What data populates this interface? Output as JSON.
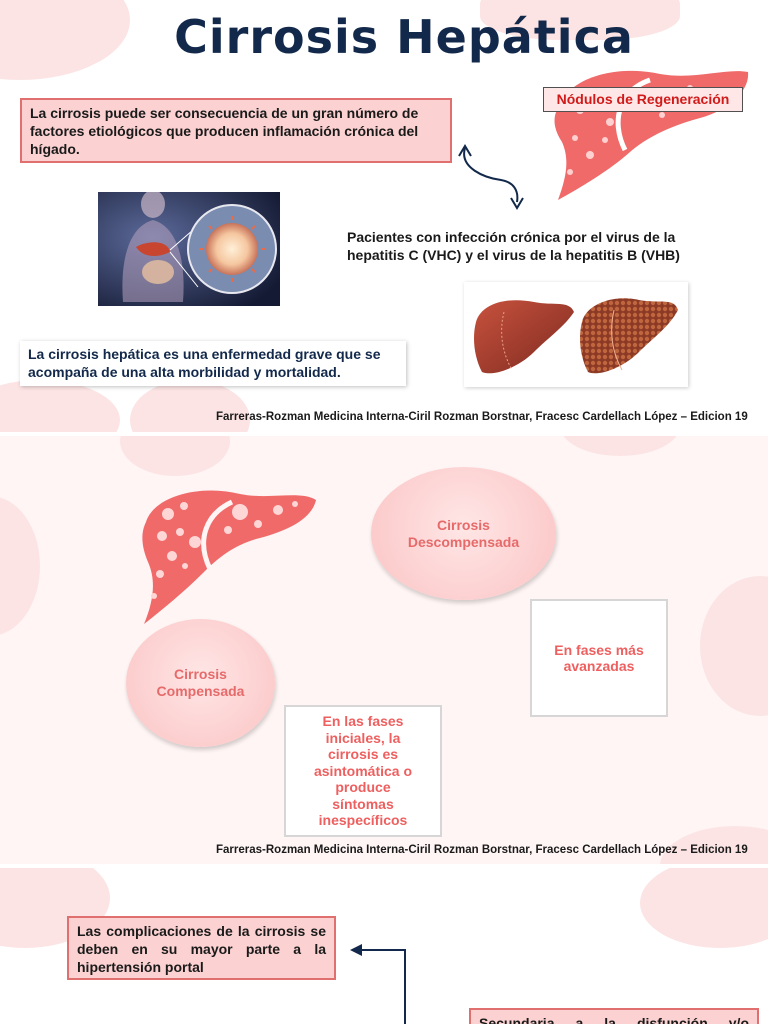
{
  "slide1": {
    "title": "Cirrosis Hepática",
    "intro_box": "La cirrosis puede ser consecuencia de un gran número de factores etiológicos que producen inflamación crónica del hígado.",
    "nodulos_label": "Nódulos de Regeneración",
    "virus_text": "Pacientes con infección crónica por el virus de la hepatitis C (VHC) y el virus de la hepatitis B (VHB)",
    "grave_box": "La cirrosis hepática es una enfermedad grave que se acompaña de una alta morbilidad y mortalidad.",
    "reference": "Farreras-Rozman Medicina Interna-Ciril Rozman Borstnar, Fracesc Cardellach López – Edicion 19"
  },
  "slide2": {
    "descompensada": "Cirrosis Descompensada",
    "avanzadas": "En fases más avanzadas",
    "compensada": "Cirrosis Compensada",
    "iniciales": "En las fases iniciales, la cirrosis es asintomática o produce síntomas inespecíficos",
    "reference": "Farreras-Rozman Medicina Interna-Ciril Rozman Borstnar, Fracesc Cardellach López – Edicion 19"
  },
  "slide3": {
    "complicaciones_box": "Las complicaciones de la cirrosis se deben en su mayor parte a la hipertensión portal",
    "secundaria_box": "Secundaria a la disfunción y/o"
  },
  "colors": {
    "title": "#13294b",
    "liver": "#f06a6a",
    "accent_red": "#d11a1a"
  }
}
